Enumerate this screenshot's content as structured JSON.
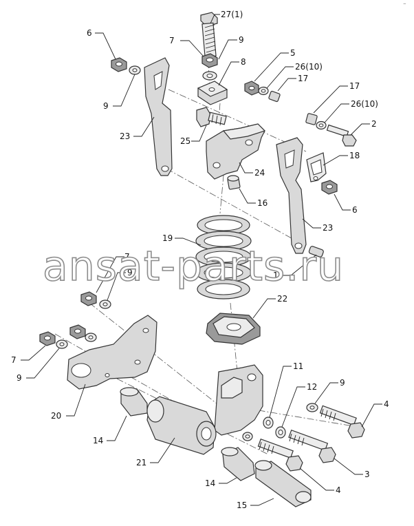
{
  "watermark": "ansat-parts.ru",
  "corner_mark": "⁻",
  "callouts": [
    {
      "id": "c27",
      "text": "27(1)"
    },
    {
      "id": "c7a",
      "text": "7"
    },
    {
      "id": "c9a",
      "text": "9"
    },
    {
      "id": "c6a",
      "text": "6"
    },
    {
      "id": "c9b",
      "text": "9"
    },
    {
      "id": "c8",
      "text": "8"
    },
    {
      "id": "c5",
      "text": "5"
    },
    {
      "id": "c26a",
      "text": "26(10)"
    },
    {
      "id": "c17a",
      "text": "17"
    },
    {
      "id": "c17b",
      "text": "17"
    },
    {
      "id": "c26b",
      "text": "26(10)"
    },
    {
      "id": "c2",
      "text": "2"
    },
    {
      "id": "c23a",
      "text": "23"
    },
    {
      "id": "c25",
      "text": "25"
    },
    {
      "id": "c24",
      "text": "24"
    },
    {
      "id": "c18",
      "text": "18"
    },
    {
      "id": "c16",
      "text": "16"
    },
    {
      "id": "c6b",
      "text": "6"
    },
    {
      "id": "c23b",
      "text": "23"
    },
    {
      "id": "c19",
      "text": "19"
    },
    {
      "id": "c7b",
      "text": "7"
    },
    {
      "id": "c9c",
      "text": "9"
    },
    {
      "id": "c13",
      "text": "13"
    },
    {
      "id": "c22",
      "text": "22"
    },
    {
      "id": "c7c",
      "text": "7"
    },
    {
      "id": "c9d",
      "text": "9"
    },
    {
      "id": "c11",
      "text": "11"
    },
    {
      "id": "c12",
      "text": "12"
    },
    {
      "id": "c9e",
      "text": "9"
    },
    {
      "id": "c4a",
      "text": "4"
    },
    {
      "id": "c20",
      "text": "20"
    },
    {
      "id": "c14a",
      "text": "14"
    },
    {
      "id": "c21",
      "text": "21"
    },
    {
      "id": "c3",
      "text": "3"
    },
    {
      "id": "c14b",
      "text": "14"
    },
    {
      "id": "c4b",
      "text": "4"
    },
    {
      "id": "c15",
      "text": "15"
    }
  ]
}
